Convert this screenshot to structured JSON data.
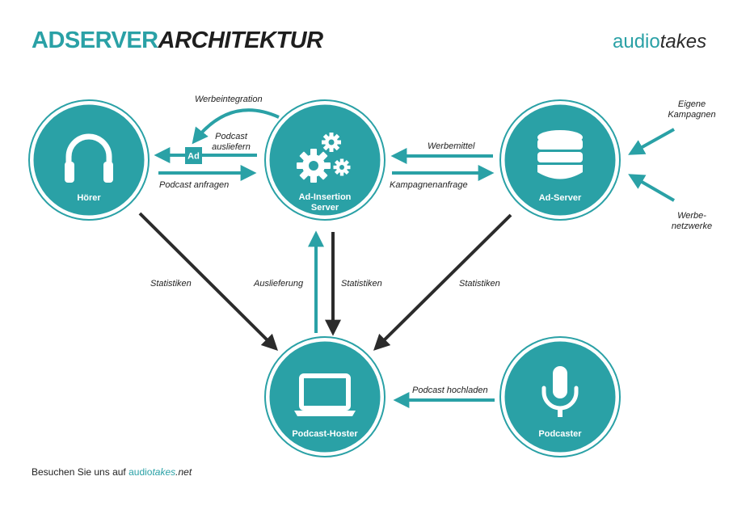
{
  "header": {
    "title_part1": "ADSERVER",
    "title_part2": "ARCHITEKTUR",
    "brand_part1": "audio",
    "brand_part2": "takes"
  },
  "colors": {
    "teal": "#2aa1a6",
    "dark": "#2b2b2b",
    "white": "#ffffff"
  },
  "nodes": {
    "hoerer": {
      "label": "Hörer",
      "icon": "headphones-icon"
    },
    "ad_insertion": {
      "label_line1": "Ad-Insertion",
      "label_line2": "Server",
      "icon": "gears-icon"
    },
    "ad_server": {
      "label": "Ad-Server",
      "icon": "database-icon"
    },
    "podcast_hoster": {
      "label": "Podcast-Hoster",
      "icon": "laptop-icon"
    },
    "podcaster": {
      "label": "Podcaster",
      "icon": "microphone-icon"
    }
  },
  "ad_badge": "Ad",
  "edges": {
    "werbeintegration": "Werbeintegration",
    "podcast_ausliefern_line1": "Podcast",
    "podcast_ausliefern_line2": "ausliefern",
    "podcast_anfragen": "Podcast anfragen",
    "werbemittel": "Werbemittel",
    "kampagnenanfrage": "Kampagnenanfrage",
    "eigene_kampagnen_line1": "Eigene",
    "eigene_kampagnen_line2": "Kampagnen",
    "werbenetzwerke_line1": "Werbe-",
    "werbenetzwerke_line2": "netzwerke",
    "statistiken_left": "Statistiken",
    "auslieferung": "Auslieferung",
    "statistiken_center": "Statistiken",
    "statistiken_right": "Statistiken",
    "podcast_hochladen": "Podcast hochladen"
  },
  "footer": {
    "prefix": "Besuchen Sie uns auf ",
    "brand_part1": "audio",
    "brand_part2": "takes",
    "tld": ".net"
  }
}
